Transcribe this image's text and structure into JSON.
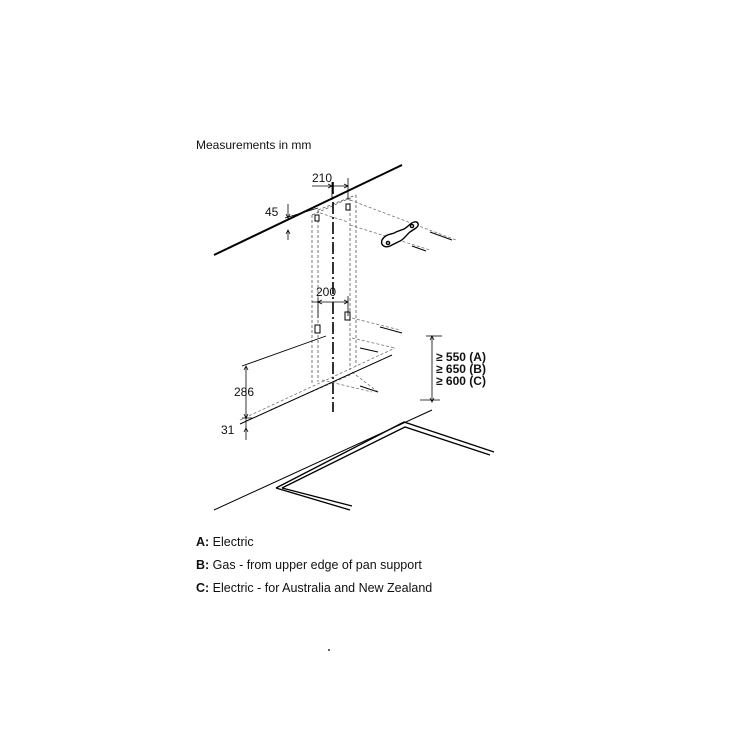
{
  "title": "Measurements in mm",
  "dimensions": {
    "d210": "210",
    "d45": "45",
    "d200": "200",
    "d286": "286",
    "d31": "31",
    "clearance_a": "≥ 550 (A)",
    "clearance_b": "≥ 650 (B)",
    "clearance_c": "≥ 600 (C)"
  },
  "legend": [
    {
      "key": "A:",
      "text": " Electric"
    },
    {
      "key": "B:",
      "text": " Gas - from upper edge of pan support"
    },
    {
      "key": "C:",
      "text": " Electric - for Australia and New Zealand"
    }
  ]
}
